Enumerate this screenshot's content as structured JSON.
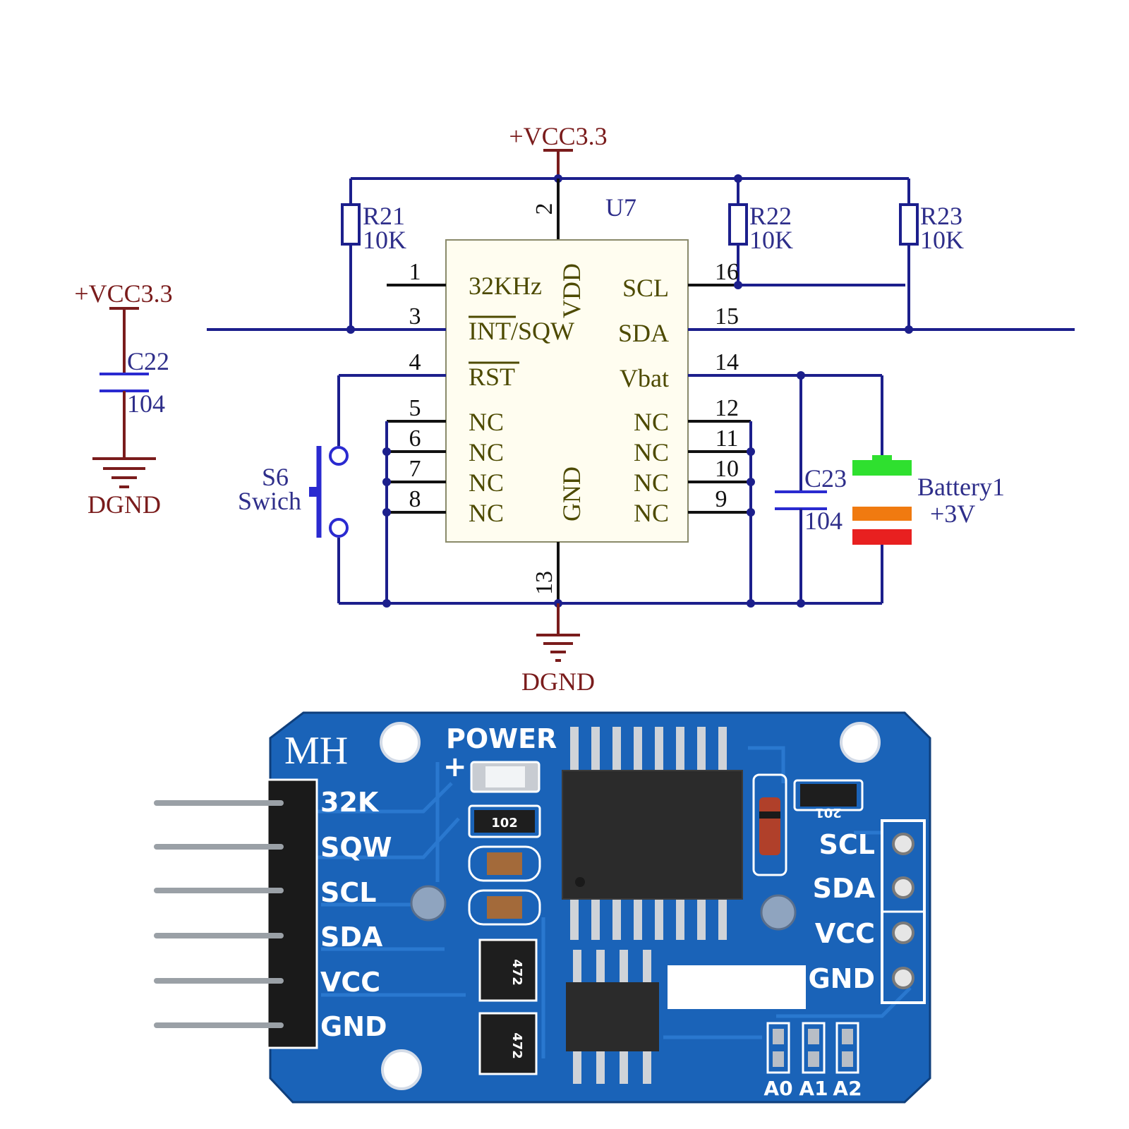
{
  "schematic": {
    "power_labels": [
      "+VCC3.3",
      "+VCC3.3"
    ],
    "ground_labels": [
      "DGND",
      "DGND"
    ],
    "chip_ref": "U7",
    "pins": {
      "left": [
        {
          "num": "1",
          "name": "32KHz"
        },
        {
          "num": "3",
          "name": "INT/SQW"
        },
        {
          "num": "4",
          "name": "RST"
        },
        {
          "num": "5",
          "name": "NC"
        },
        {
          "num": "6",
          "name": "NC"
        },
        {
          "num": "7",
          "name": "NC"
        },
        {
          "num": "8",
          "name": "NC"
        }
      ],
      "right": [
        {
          "num": "16",
          "name": "SCL"
        },
        {
          "num": "15",
          "name": "SDA"
        },
        {
          "num": "14",
          "name": "Vbat"
        },
        {
          "num": "12",
          "name": "NC"
        },
        {
          "num": "11",
          "name": "NC"
        },
        {
          "num": "10",
          "name": "NC"
        },
        {
          "num": "9",
          "name": "NC"
        }
      ],
      "top": {
        "num": "2",
        "name": "VDD"
      },
      "bottom": {
        "num": "13",
        "name": "GND"
      }
    },
    "resistors": [
      {
        "ref": "R21",
        "value": "10K"
      },
      {
        "ref": "R22",
        "value": "10K"
      },
      {
        "ref": "R23",
        "value": "10K"
      }
    ],
    "capacitors": [
      {
        "ref": "C22",
        "value": "104"
      },
      {
        "ref": "C23",
        "value": "104"
      }
    ],
    "switch": {
      "ref": "S6",
      "name": "Swich"
    },
    "battery": {
      "ref": "Battery1",
      "value": "+3V"
    },
    "colors": {
      "wire": "#1c1f8c",
      "power": "#7a1c1c",
      "chip_text": "#4d4a00",
      "battery_top": "#2fe02f",
      "battery_mid": "#f07a10",
      "battery_bot": "#e82020"
    }
  },
  "board": {
    "brand": "MH",
    "power_label": "POWER",
    "plus_sign": "+",
    "left_header": [
      "32K",
      "SQW",
      "SCL",
      "SDA",
      "VCC",
      "GND"
    ],
    "right_header": [
      "SCL",
      "SDA",
      "VCC",
      "GND"
    ],
    "address_pads": [
      "A0",
      "A1",
      "A2"
    ],
    "component_codes": [
      "102",
      "201",
      "472",
      "472"
    ],
    "colors": {
      "pcb": "#1a63b8",
      "pcb_dark": "#124a90",
      "silk": "#ffffff",
      "chip": "#2a2a2a"
    }
  }
}
